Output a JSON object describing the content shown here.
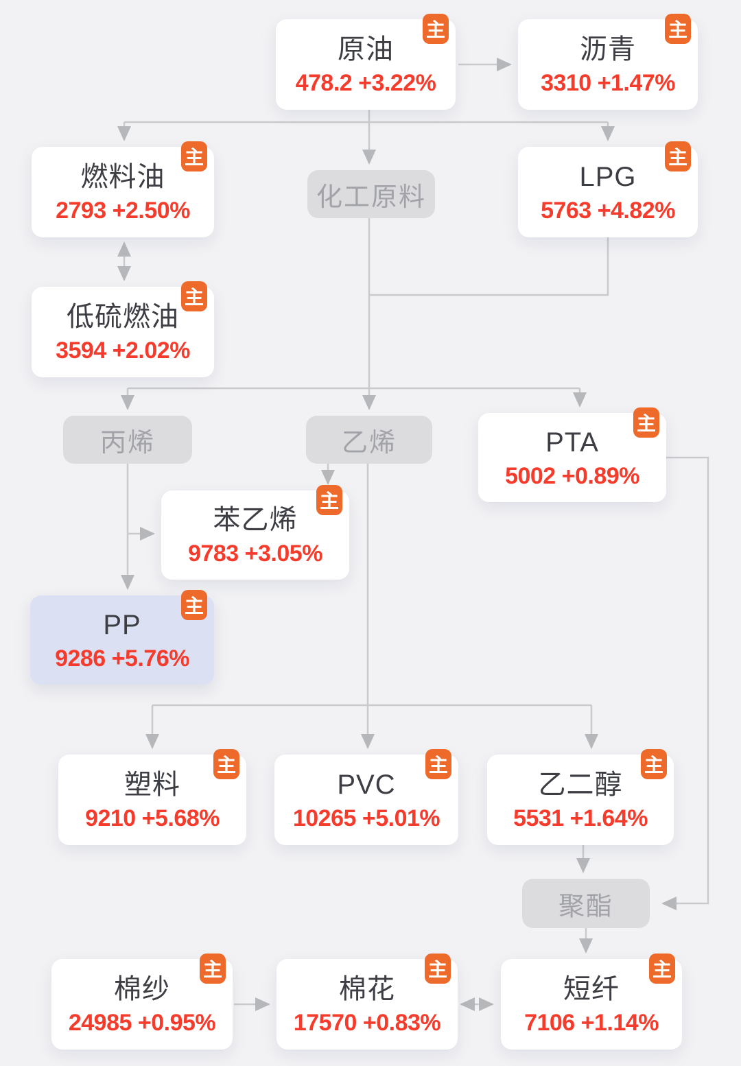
{
  "legend": {
    "main_contract_badge": "主"
  },
  "colors": {
    "background": "#f2f2f4",
    "badge_orange": "#ed6a2b",
    "price_red": "#f53b2b",
    "connector_gray": "#c9cacd",
    "arrowhead_gray": "#b6b7ba",
    "pill_fill": "#dcdcdf",
    "highlight_fill": "#dce0f3"
  },
  "nodes": {
    "crude_oil": {
      "name": "原油",
      "value": "478.2 +3.22%"
    },
    "bitumen": {
      "name": "沥青",
      "value": "3310 +1.47%"
    },
    "fuel_oil": {
      "name": "燃料油",
      "value": "2793 +2.50%"
    },
    "chemical_feedstock": {
      "name": "化工原料"
    },
    "lpg": {
      "name": "LPG",
      "value": "5763 +4.82%"
    },
    "low_sulfur_fuel_oil": {
      "name": "低硫燃油",
      "value": "3594 +2.02%"
    },
    "propylene": {
      "name": "丙烯"
    },
    "ethylene": {
      "name": "乙烯"
    },
    "pta": {
      "name": "PTA",
      "value": "5002 +0.89%"
    },
    "styrene": {
      "name": "苯乙烯",
      "value": "9783 +3.05%"
    },
    "pp": {
      "name": "PP",
      "value": "9286 +5.76%"
    },
    "plastic": {
      "name": "塑料",
      "value": "9210 +5.68%"
    },
    "pvc": {
      "name": "PVC",
      "value": "10265 +5.01%"
    },
    "ethylene_glycol": {
      "name": "乙二醇",
      "value": "5531 +1.64%"
    },
    "polyester": {
      "name": "聚酯"
    },
    "cotton_yarn": {
      "name": "棉纱",
      "value": "24985 +0.95%"
    },
    "cotton": {
      "name": "棉花",
      "value": "17570 +0.83%"
    },
    "short_fiber": {
      "name": "短纤",
      "value": "7106 +1.14%"
    }
  }
}
